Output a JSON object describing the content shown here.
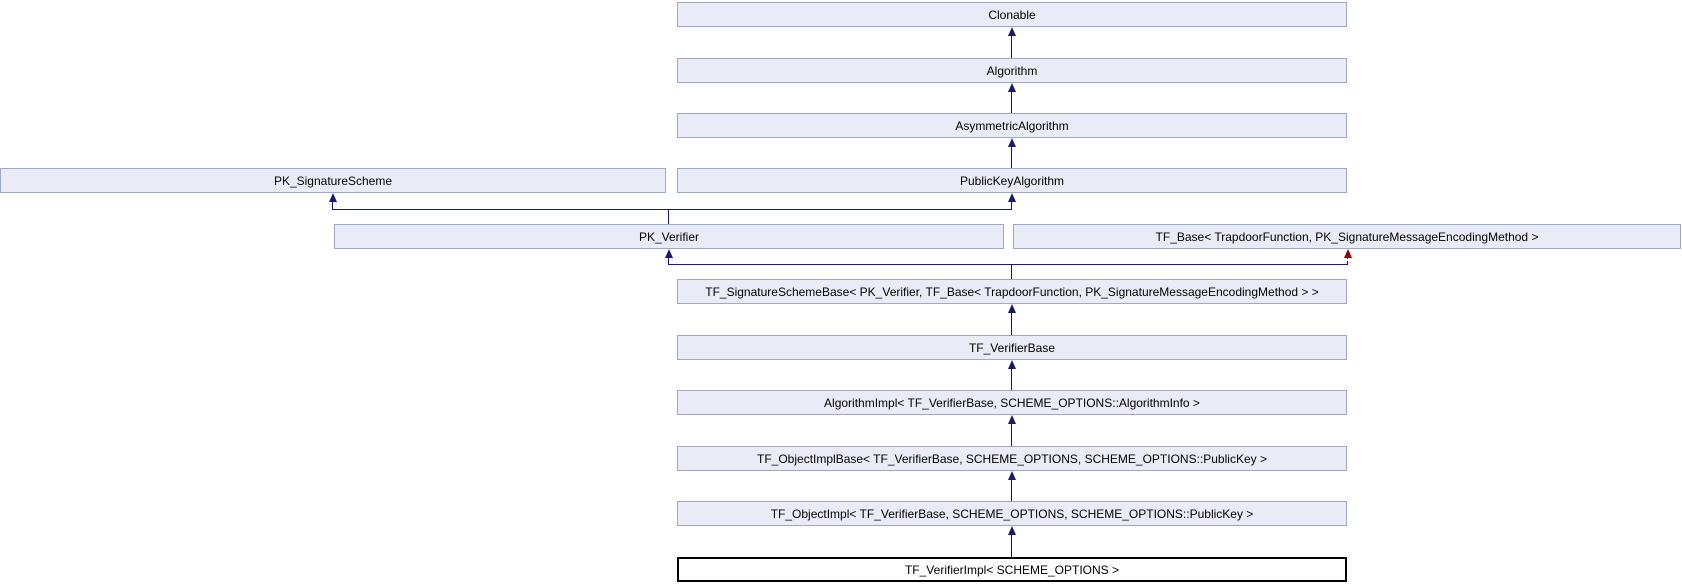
{
  "diagram": {
    "kind": "class-inheritance-graph",
    "nodes": {
      "clonable": {
        "label": "Clonable"
      },
      "algorithm": {
        "label": "Algorithm"
      },
      "asymmetric_algorithm": {
        "label": "AsymmetricAlgorithm"
      },
      "pk_signature_scheme": {
        "label": "PK_SignatureScheme"
      },
      "public_key_algorithm": {
        "label": "PublicKeyAlgorithm"
      },
      "pk_verifier": {
        "label": "PK_Verifier"
      },
      "tf_base": {
        "label": "TF_Base< TrapdoorFunction, PK_SignatureMessageEncodingMethod >"
      },
      "tf_signature_scheme_base": {
        "label": "TF_SignatureSchemeBase< PK_Verifier, TF_Base< TrapdoorFunction, PK_SignatureMessageEncodingMethod > >"
      },
      "tf_verifier_base": {
        "label": "TF_VerifierBase"
      },
      "algorithm_impl": {
        "label": "AlgorithmImpl< TF_VerifierBase, SCHEME_OPTIONS::AlgorithmInfo >"
      },
      "tf_object_impl_base": {
        "label": "TF_ObjectImplBase< TF_VerifierBase, SCHEME_OPTIONS, SCHEME_OPTIONS::PublicKey >"
      },
      "tf_object_impl": {
        "label": "TF_ObjectImpl< TF_VerifierBase, SCHEME_OPTIONS, SCHEME_OPTIONS::PublicKey >"
      },
      "tf_verifier_impl": {
        "label": "TF_VerifierImpl< SCHEME_OPTIONS >",
        "current": true
      }
    },
    "edges": [
      {
        "from": "algorithm",
        "to": "clonable",
        "style": "solid-inheritance"
      },
      {
        "from": "asymmetric_algorithm",
        "to": "algorithm",
        "style": "solid-inheritance"
      },
      {
        "from": "public_key_algorithm",
        "to": "asymmetric_algorithm",
        "style": "solid-inheritance"
      },
      {
        "from": "pk_verifier",
        "to": "pk_signature_scheme",
        "style": "solid-inheritance"
      },
      {
        "from": "pk_verifier",
        "to": "public_key_algorithm",
        "style": "solid-inheritance"
      },
      {
        "from": "tf_signature_scheme_base",
        "to": "pk_verifier",
        "style": "solid-inheritance"
      },
      {
        "from": "tf_signature_scheme_base",
        "to": "tf_base",
        "style": "dashed-template"
      },
      {
        "from": "tf_verifier_base",
        "to": "tf_signature_scheme_base",
        "style": "solid-inheritance"
      },
      {
        "from": "algorithm_impl",
        "to": "tf_verifier_base",
        "style": "solid-inheritance"
      },
      {
        "from": "tf_object_impl_base",
        "to": "algorithm_impl",
        "style": "solid-inheritance"
      },
      {
        "from": "tf_object_impl",
        "to": "tf_object_impl_base",
        "style": "solid-inheritance"
      },
      {
        "from": "tf_verifier_impl",
        "to": "tf_object_impl",
        "style": "solid-inheritance"
      }
    ],
    "colors": {
      "node_fill": "#E9ECF6",
      "node_border": "#9FA8C8",
      "inheritance_arrow": "#191970",
      "template_arrow": "#8B0000",
      "current_node_border": "#000000",
      "current_node_fill": "#FFFFFF",
      "background": "#FFFFFF"
    }
  }
}
